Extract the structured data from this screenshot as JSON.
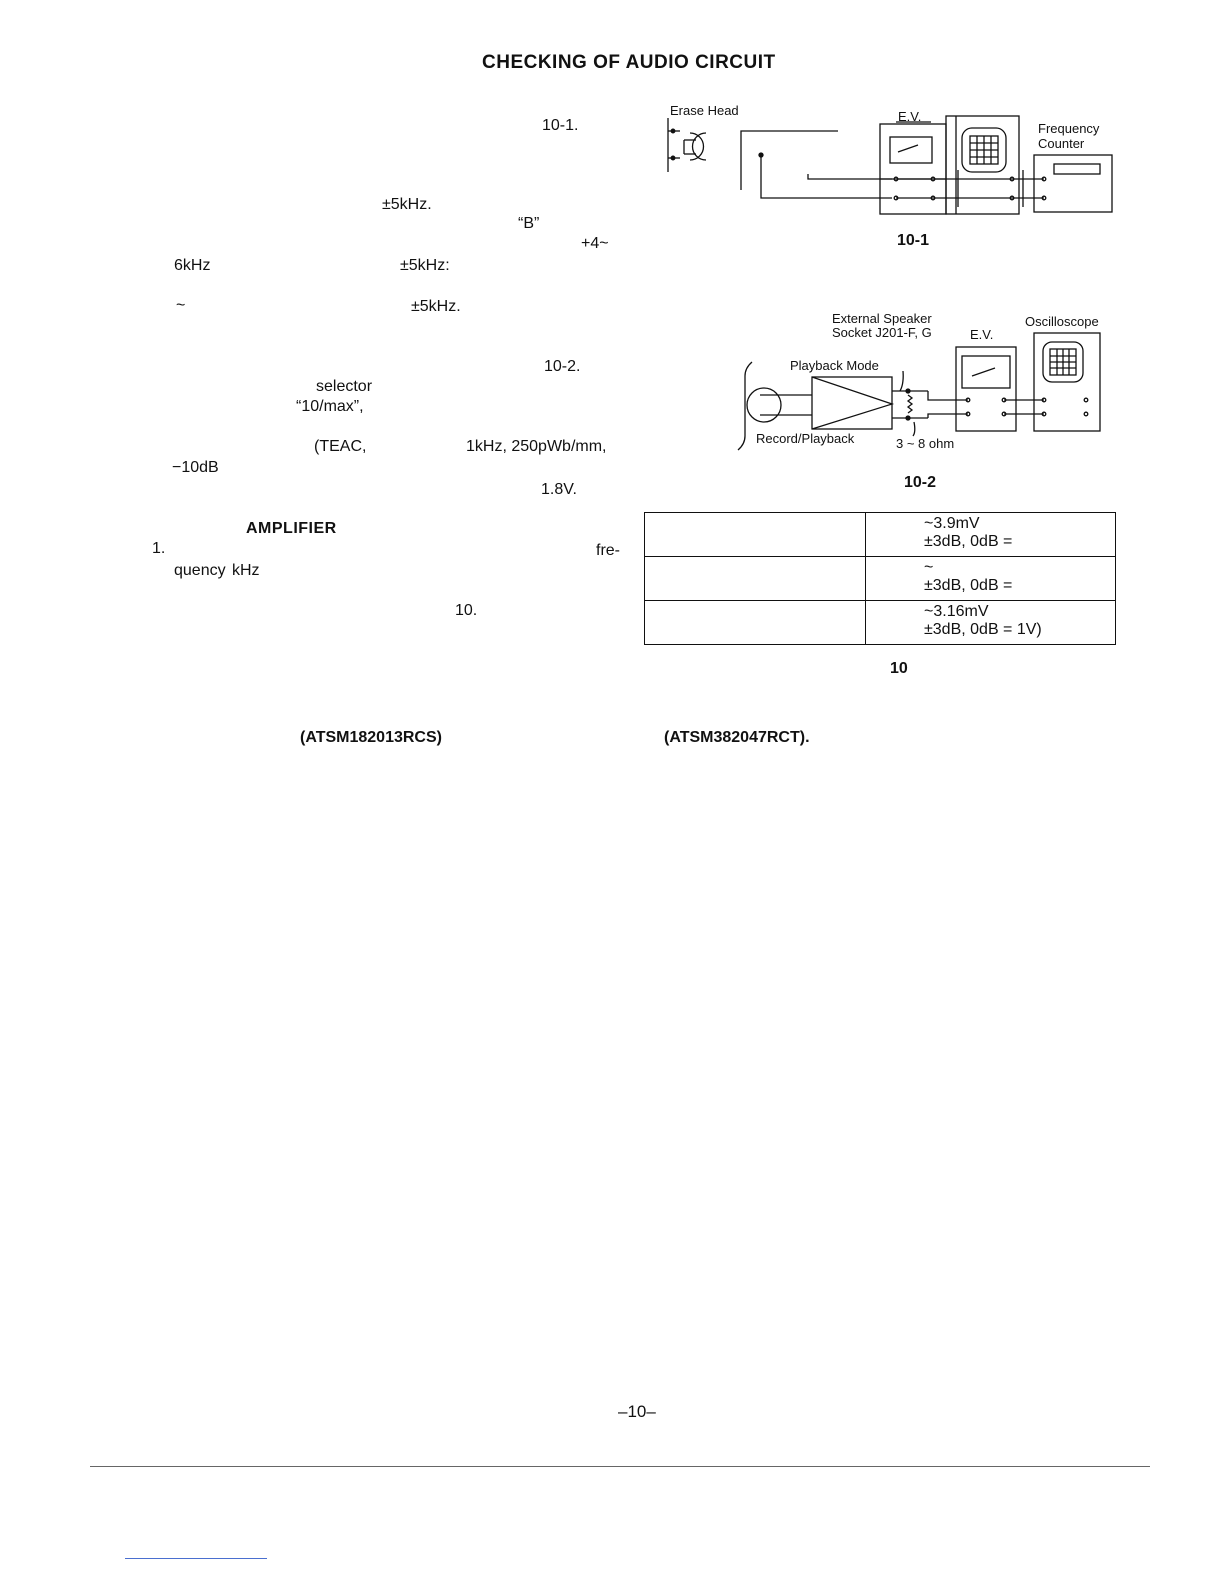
{
  "page": {
    "title": "CHECKING OF AUDIO CIRCUIT",
    "page_number": "–10–"
  },
  "left_text": {
    "ref_10_1": "10-1.",
    "freq_1": "±5kHz.",
    "mode_b": "“B”",
    "plus4": "+4~",
    "khz6": "6kHz",
    "freq_2": "±5kHz:",
    "tilde": "~",
    "freq_3": "±5kHz.",
    "ref_10_2": "10-2.",
    "selector": "selector",
    "max": "“10/max”,",
    "teac": "(TEAC,",
    "tape_spec": "1kHz, 250pWb/mm,",
    "minus10db": "−10dB",
    "volts": "1.8V.",
    "amplifier": "AMPLIFIER",
    "step1": "1.",
    "fre": "fre-",
    "quency": "quency",
    "khz": "kHz",
    "ref_10": "10."
  },
  "diagram1": {
    "erase_head": "Erase Head",
    "ev": "E.V.",
    "frequency": "Frequency",
    "counter": "Counter",
    "caption": "10-1"
  },
  "diagram2": {
    "external_speaker": "External Speaker",
    "socket": "Socket J201-F, G",
    "ev": "E.V.",
    "oscilloscope": "Oscilloscope",
    "playback_mode": "Playback Mode",
    "record_playback": "Record/Playback",
    "ohm": "3 ~ 8 ohm",
    "caption": "10-2"
  },
  "table": {
    "rows": [
      {
        "line1": "~3.9mV",
        "line2": "±3dB, 0dB ="
      },
      {
        "line1": "~",
        "line2": "±3dB, 0dB ="
      },
      {
        "line1": "~3.16mV",
        "line2": "±3dB, 0dB = 1V)"
      }
    ],
    "caption": "10"
  },
  "footer_refs": {
    "left": "(ATSM182013RCS)",
    "right": "(ATSM382047RCT)."
  }
}
